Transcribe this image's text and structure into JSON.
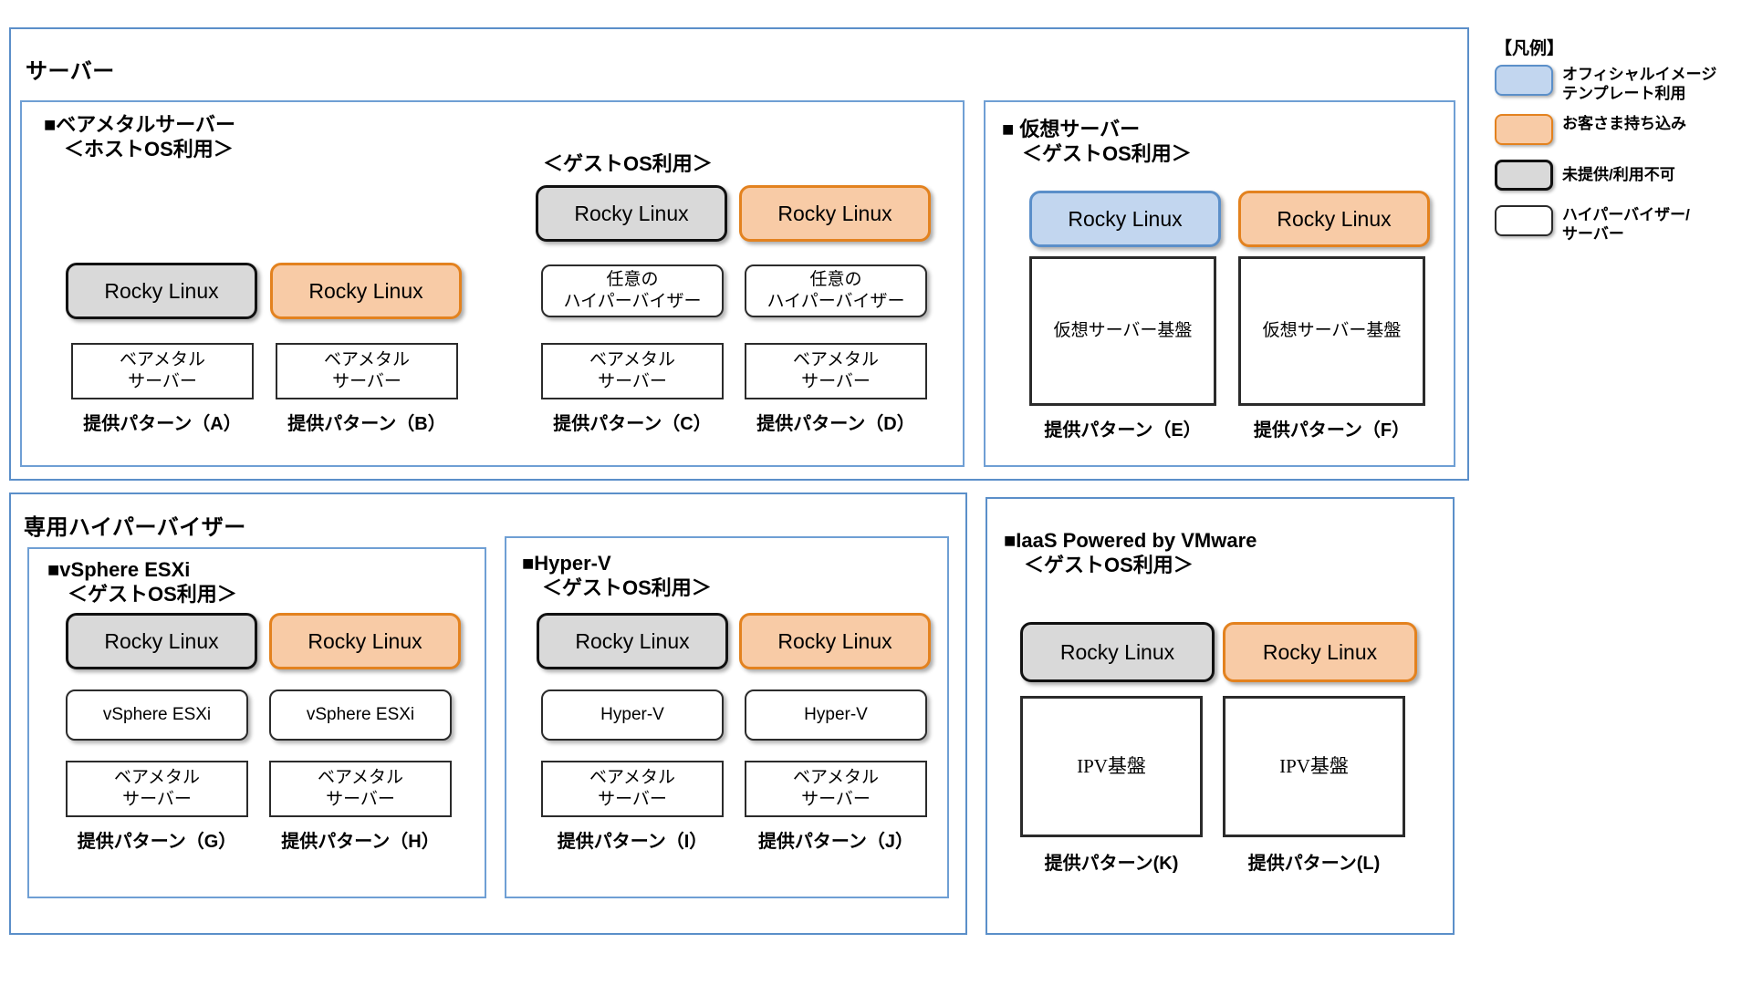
{
  "legend": {
    "title": "【凡例】",
    "items": [
      {
        "swatch": "blue",
        "label": "オフィシャルイメージ\nテンプレート利用"
      },
      {
        "swatch": "orange",
        "label": "お客さま持ち込み"
      },
      {
        "swatch": "gray",
        "label": "未提供/利用不可"
      },
      {
        "swatch": "white",
        "label": "ハイパーバイザー/\nサーバー"
      }
    ]
  },
  "panels": {
    "server": {
      "title": "サーバー"
    },
    "dedicated_hypervisor": {
      "title": "専用ハイパーバイザー"
    }
  },
  "sections": {
    "bare_metal": {
      "heading": "■ベアメタルサーバー\n　＜ホストOS利用＞",
      "guest_heading": "＜ゲストOS利用＞"
    },
    "virtual_server": {
      "heading": "■ 仮想サーバー\n　＜ゲストOS利用＞"
    },
    "vsphere": {
      "heading": "■vSphere ESXi\n　＜ゲストOS利用＞"
    },
    "hyperv": {
      "heading": "■Hyper-V\n　＜ゲストOS利用＞"
    },
    "iaas_vmware": {
      "heading": "■IaaS Powered by VMware\n　＜ゲストOS利用＞"
    }
  },
  "os_label": "Rocky Linux",
  "stacks": {
    "A": {
      "os": "Rocky Linux",
      "os_style": "gray",
      "base": "ベアメタル\nサーバー",
      "label": "提供パターン（A）"
    },
    "B": {
      "os": "Rocky Linux",
      "os_style": "orange",
      "base": "ベアメタル\nサーバー",
      "label": "提供パターン（B）"
    },
    "C": {
      "os": "Rocky Linux",
      "os_style": "gray",
      "hv": "任意の\nハイパーバイザー",
      "base": "ベアメタル\nサーバー",
      "label": "提供パターン（C）"
    },
    "D": {
      "os": "Rocky Linux",
      "os_style": "orange",
      "hv": "任意の\nハイパーバイザー",
      "base": "ベアメタル\nサーバー",
      "label": "提供パターン（D）"
    },
    "E": {
      "os": "Rocky Linux",
      "os_style": "blue",
      "base": "仮想サーバー基盤",
      "label": "提供パターン（E）"
    },
    "F": {
      "os": "Rocky Linux",
      "os_style": "orange",
      "base": "仮想サーバー基盤",
      "label": "提供パターン（F）"
    },
    "G": {
      "os": "Rocky Linux",
      "os_style": "gray",
      "hv": "vSphere ESXi",
      "base": "ベアメタル\nサーバー",
      "label": "提供パターン（G）"
    },
    "H": {
      "os": "Rocky Linux",
      "os_style": "orange",
      "hv": "vSphere ESXi",
      "base": "ベアメタル\nサーバー",
      "label": "提供パターン（H）"
    },
    "I": {
      "os": "Rocky Linux",
      "os_style": "gray",
      "hv": "Hyper-V",
      "base": "ベアメタル\nサーバー",
      "label": "提供パターン（I）"
    },
    "J": {
      "os": "Rocky Linux",
      "os_style": "orange",
      "hv": "Hyper-V",
      "base": "ベアメタル\nサーバー",
      "label": "提供パターン（J）"
    },
    "K": {
      "os": "Rocky Linux",
      "os_style": "gray",
      "base": "IPV基盤",
      "label": "提供パターン(K)"
    },
    "L": {
      "os": "Rocky Linux",
      "os_style": "orange",
      "base": "IPV基盤",
      "label": "提供パターン(L)"
    }
  },
  "colors": {
    "panel_border": "#5B8FC9",
    "official_template": "#C2D6EF",
    "customer_supplied": "#F8CBA6",
    "not_provided": "#D9D9D9",
    "hypervisor_server": "#FFFFFF"
  }
}
